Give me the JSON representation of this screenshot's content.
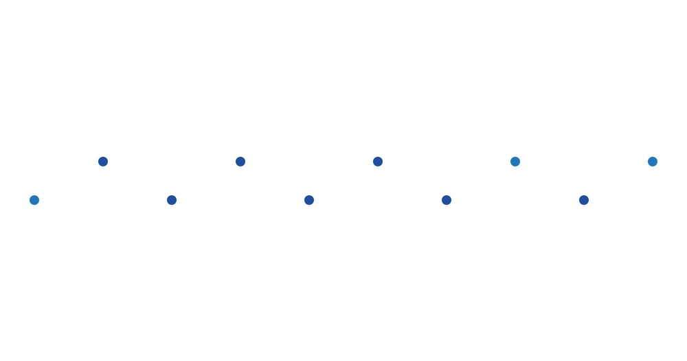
{
  "colors": {
    "background": "#ffffff",
    "dark_dot": "#1f4e9c",
    "light_dot": "#2177b8"
  },
  "rows": {
    "upper": 0,
    "lower": 1
  },
  "dots": [
    {
      "index": 0,
      "row": "lower",
      "tone": "light"
    },
    {
      "index": 1,
      "row": "upper",
      "tone": "dark"
    },
    {
      "index": 2,
      "row": "lower",
      "tone": "dark"
    },
    {
      "index": 3,
      "row": "upper",
      "tone": "dark"
    },
    {
      "index": 4,
      "row": "lower",
      "tone": "dark"
    },
    {
      "index": 5,
      "row": "upper",
      "tone": "dark"
    },
    {
      "index": 6,
      "row": "lower",
      "tone": "dark"
    },
    {
      "index": 7,
      "row": "upper",
      "tone": "light"
    },
    {
      "index": 8,
      "row": "lower",
      "tone": "dark"
    },
    {
      "index": 9,
      "row": "upper",
      "tone": "light"
    }
  ]
}
